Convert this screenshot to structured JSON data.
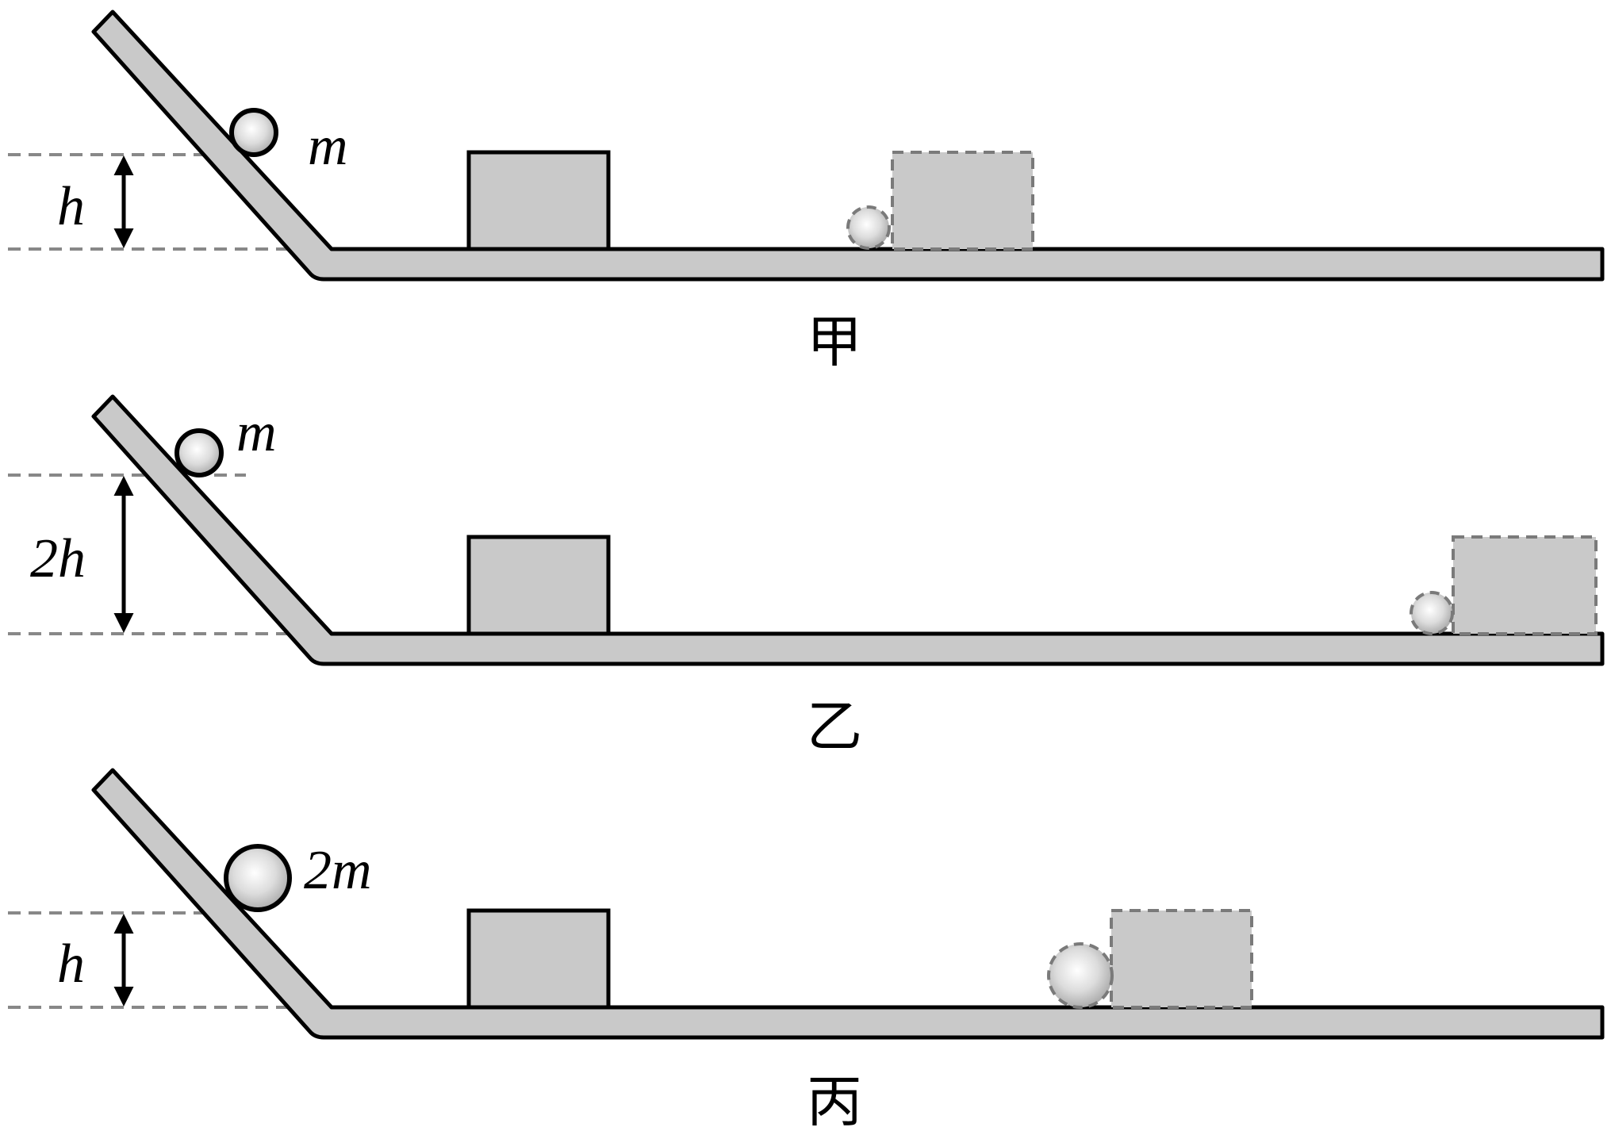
{
  "panels": [
    {
      "caption": "甲",
      "mass_label": "m",
      "height_label": "h"
    },
    {
      "caption": "乙",
      "mass_label": "m",
      "height_label": "2h"
    },
    {
      "caption": "丙",
      "mass_label": "2m",
      "height_label": "h"
    }
  ]
}
